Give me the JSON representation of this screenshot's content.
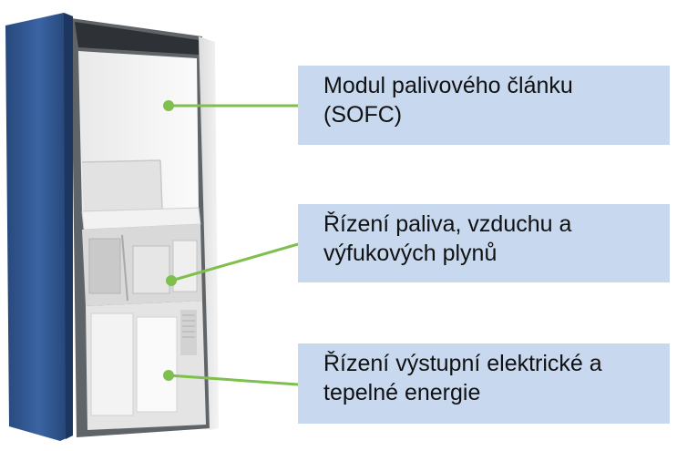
{
  "colors": {
    "accent_line": "#7fbf4e",
    "box_fill": "#c7d8ef",
    "panel_blue": "#2f5590",
    "text": "#111111"
  },
  "labels": [
    {
      "line1": "Modul palivového článku",
      "line2": "(SOFC)"
    },
    {
      "line1": "Řízení paliva, vzduchu a",
      "line2": "výfukových plynů"
    },
    {
      "line1": "Řízení výstupní elektrické a",
      "line2": "tepelné energie"
    }
  ]
}
